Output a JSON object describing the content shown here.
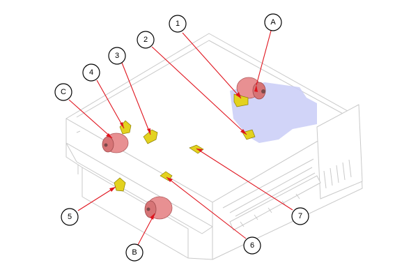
{
  "diagram": {
    "motor_color": "#e89092",
    "sensor_color": "#e3d21f",
    "highlight_color": "#c9ccf7",
    "leader_color": "#e0141e",
    "callouts": [
      {
        "key": "1",
        "label": "1"
      },
      {
        "key": "2",
        "label": "2"
      },
      {
        "key": "3",
        "label": "3"
      },
      {
        "key": "4",
        "label": "4"
      },
      {
        "key": "5",
        "label": "5"
      },
      {
        "key": "6",
        "label": "6"
      },
      {
        "key": "7",
        "label": "7"
      },
      {
        "key": "A",
        "label": "A"
      },
      {
        "key": "B",
        "label": "B"
      },
      {
        "key": "C",
        "label": "C"
      }
    ]
  }
}
